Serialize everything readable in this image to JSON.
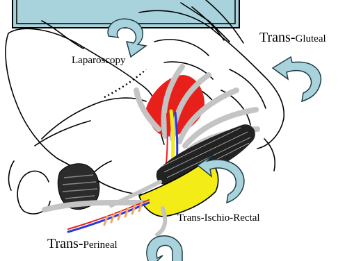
{
  "labels": {
    "laparoscopy": "Laparoscopy",
    "trans_gluteal": {
      "prefix": "Trans-",
      "suffix": "Gluteal"
    },
    "trans_ischio_rectal": "Trans-Ischio-Rectal",
    "trans_perineal": {
      "prefix": "Trans-",
      "suffix": "Perineal"
    }
  },
  "colors": {
    "arrow_fill": "#a9d3dc",
    "arrow_stroke": "#1f3b45",
    "title_box_fill": "#a9d3dc",
    "bone_outline": "#000000",
    "muscle_red": "#e8201c",
    "nerve_yellow": "#f4ec16",
    "vessel_blue": "#2838d8",
    "nerve_gray": "#c4c4c4",
    "muscle_dark": "#222222",
    "cartilage_orange": "#f3a562"
  }
}
